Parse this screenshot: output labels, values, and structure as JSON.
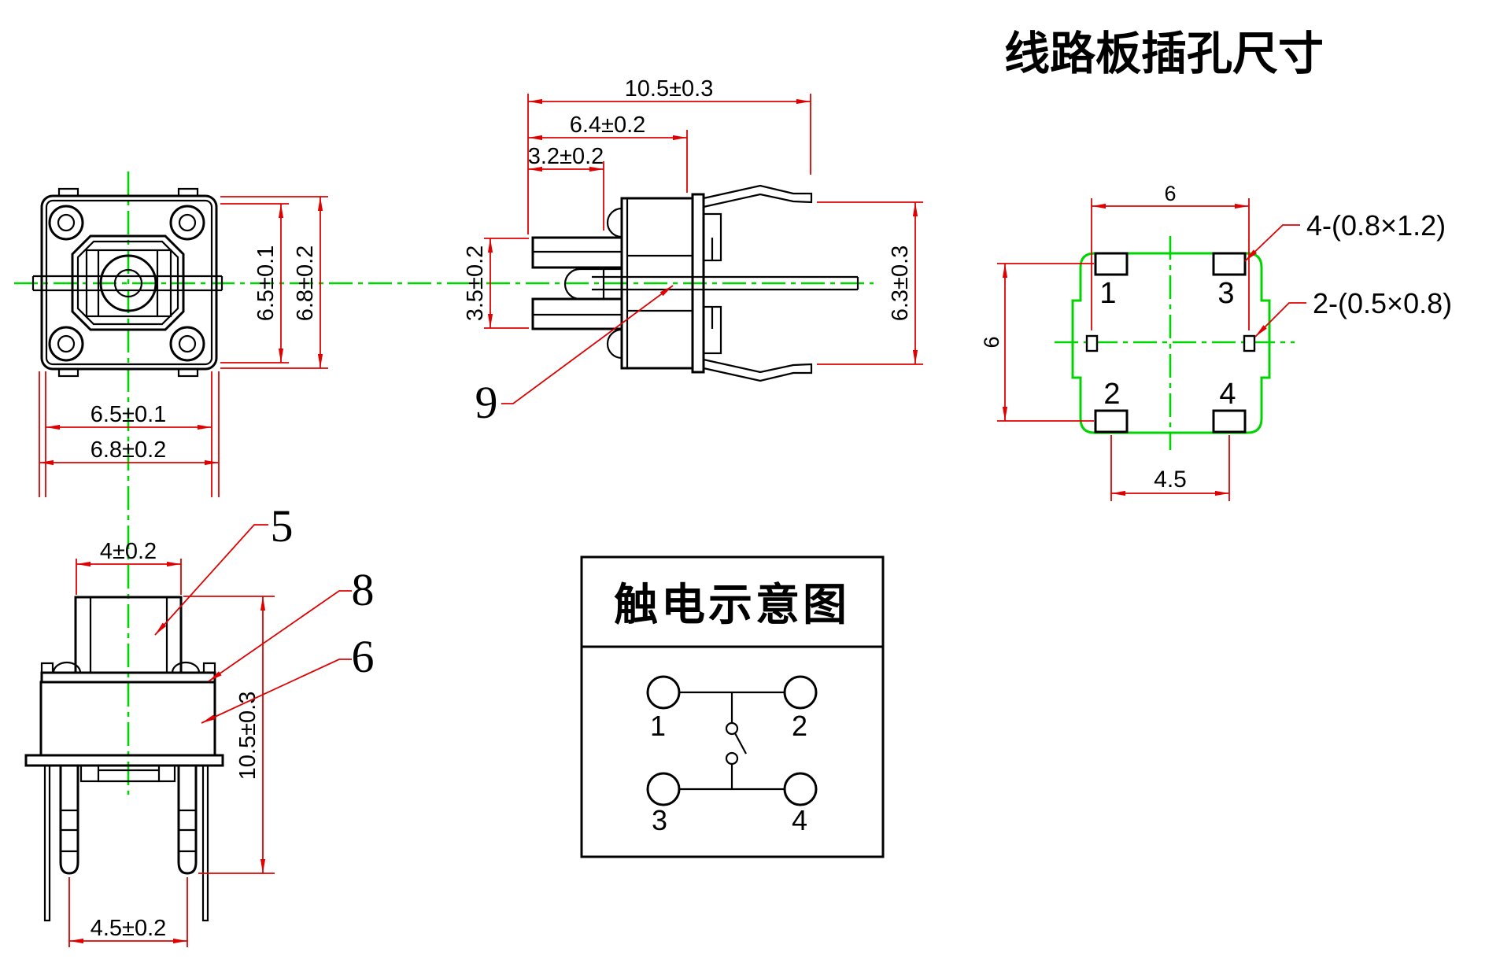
{
  "colors": {
    "outline": "#000000",
    "dimension": "#e00000",
    "centerline": "#00d400"
  },
  "top_view": {
    "width_inner": "6.5±0.1",
    "width_outer": "6.8±0.2",
    "height_inner": "6.5±0.1",
    "height_outer": "6.8±0.2"
  },
  "side_view": {
    "length_total": "10.5±0.3",
    "length_mid": "6.4±0.2",
    "length_front": "3.2±0.2",
    "pin_spacing": "3.5±0.2",
    "clip_spacing": "6.3±0.3",
    "callout_pin": "9"
  },
  "front_view": {
    "cap_width": "4±0.2",
    "overall_height": "10.5±0.3",
    "leg_pitch": "4.5±0.2",
    "callout_cap": "5",
    "callout_cover": "8",
    "callout_base": "6"
  },
  "pcb_view": {
    "heading": "线路板插孔尺寸",
    "pitch_horizontal": "6",
    "pitch_vertical": "6",
    "pitch_bottom": "4.5",
    "holes": {
      "h1": "1",
      "h2": "2",
      "h3": "3",
      "h4": "4"
    },
    "note_rect_holes": "4-(0.8×1.2)",
    "note_slot_holes": "2-(0.5×0.8)"
  },
  "circuit_view": {
    "heading": "触电示意图",
    "terminals": {
      "t1": "1",
      "t2": "2",
      "t3": "3",
      "t4": "4"
    }
  }
}
